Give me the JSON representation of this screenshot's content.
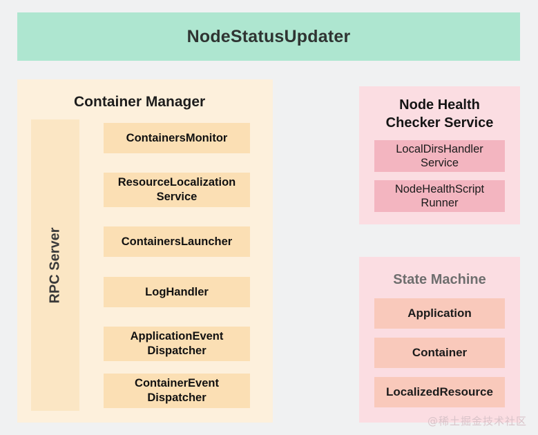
{
  "header": {
    "title": "NodeStatusUpdater",
    "background_color": "#aee6d0"
  },
  "container_manager": {
    "title": "Container Manager",
    "background_color": "#fdf0dc",
    "rpc_server": {
      "label": "RPC Server",
      "background_color": "#fbe6c4",
      "orientation": "vertical-bottom-to-top"
    },
    "item_background_color": "#fbdfb4",
    "items": [
      {
        "label": "ContainersMonitor",
        "lines": 1
      },
      {
        "label": "ResourceLocalization Service",
        "lines": 2
      },
      {
        "label": "ContainersLauncher",
        "lines": 1
      },
      {
        "label": "LogHandler",
        "lines": 1
      },
      {
        "label": "ApplicationEvent Dispatcher",
        "lines": 2
      },
      {
        "label": "ContainerEvent Dispatcher",
        "lines": 2
      }
    ],
    "item_labels": {
      "containers_monitor_l1": "ContainersMonitor",
      "resource_localization_l1": "ResourceLocalization",
      "resource_localization_l2": "Service",
      "containers_launcher_l1": "ContainersLauncher",
      "log_handler_l1": "LogHandler",
      "application_event_l1": "ApplicationEvent",
      "application_event_l2": "Dispatcher",
      "container_event_l1": "ContainerEvent",
      "container_event_l2": "Dispatcher"
    }
  },
  "node_health_checker": {
    "title_line1": "Node Health",
    "title_line2": "Checker Service",
    "background_color": "#fbdde2",
    "item_background_color": "#f3b5c0",
    "items": [
      {
        "line1": "LocalDirsHandler",
        "line2": "Service"
      },
      {
        "line1": "NodeHealthScript",
        "line2": "Runner"
      }
    ]
  },
  "state_machine": {
    "title": "State Machine",
    "title_color": "#6e6e6e",
    "background_color": "#fbdde2",
    "item_background_color": "#f9c9bb",
    "items": [
      {
        "label": "Application"
      },
      {
        "label": "Container"
      },
      {
        "label": "LocalizedResource"
      }
    ]
  },
  "watermark": {
    "text": "@稀土掘金技术社区"
  }
}
